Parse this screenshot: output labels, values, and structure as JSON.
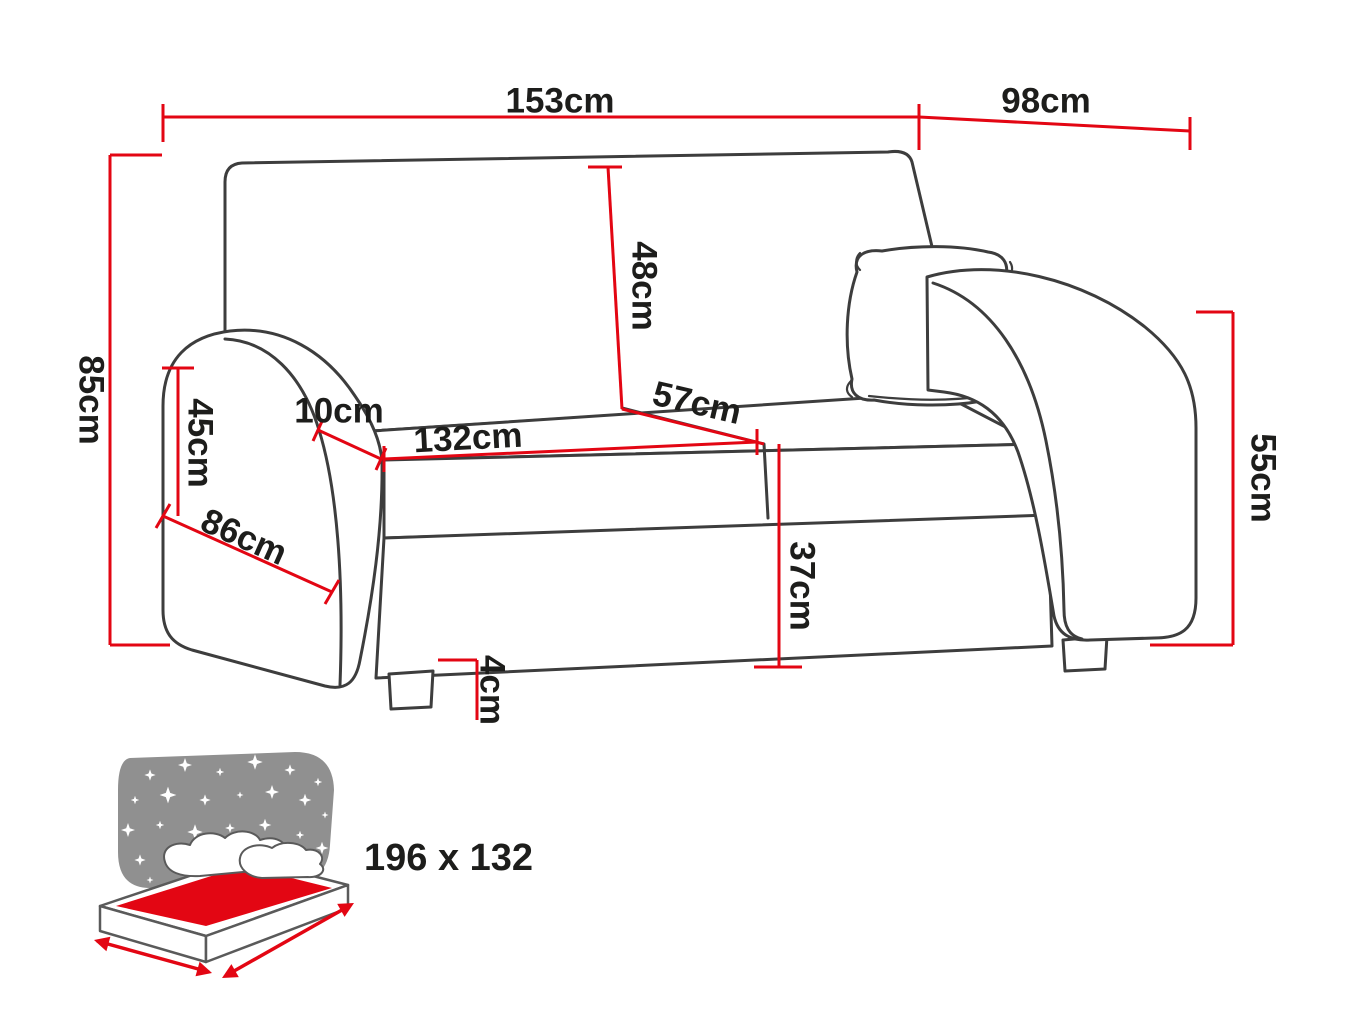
{
  "colors": {
    "dimension_red": "#e30613",
    "sofa_outline": "#3d3d3d",
    "label_black": "#1d1d1b",
    "icon_gray": "#909090"
  },
  "dimensions": {
    "total_width": {
      "label": "153cm"
    },
    "total_depth": {
      "label": "98cm"
    },
    "total_height": {
      "label": "85cm"
    },
    "armrest_front_height": {
      "label": "45cm"
    },
    "armrest_top_width": {
      "label": "10cm"
    },
    "seat_width": {
      "label": "132cm"
    },
    "seat_depth": {
      "label": "57cm"
    },
    "backrest_height": {
      "label": "48cm"
    },
    "seat_height": {
      "label": "37cm"
    },
    "leg_height": {
      "label": "4cm"
    },
    "armrest_outer_height": {
      "label": "55cm"
    },
    "armrest_depth": {
      "label": "86cm"
    }
  },
  "sleeping_area": {
    "label": "196 x 132"
  }
}
